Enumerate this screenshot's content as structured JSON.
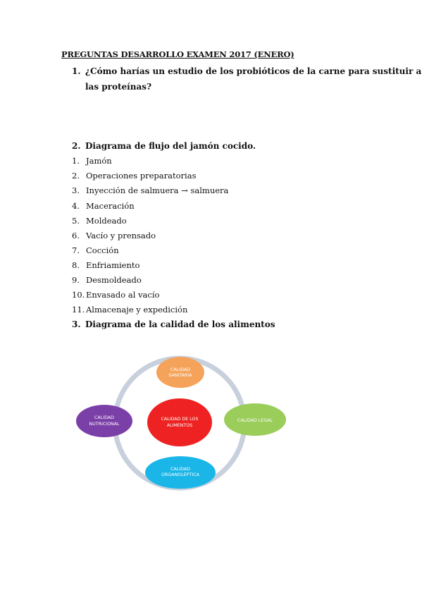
{
  "title": "PREGUNTAS DESARROLLO EXAMEN 2017 (ENERO)",
  "questions": [
    {
      "number": "1.",
      "lines": [
        "¿Cómo harías un estudio de los probióticos de la carne para sustituir a",
        "las proteínas?"
      ]
    },
    {
      "number": "2.",
      "lines": [
        "Diagrama de flujo del jamón cocido."
      ]
    },
    {
      "number": "3.",
      "lines": [
        "Diagrama de la calidad de los alimentos"
      ]
    }
  ],
  "flow_steps": [
    {
      "n": "1.",
      "text": "Jamón"
    },
    {
      "n": "2.",
      "text": "Operaciones preparatorias"
    },
    {
      "n": "3.",
      "text": "Inyección de salmuera → salmuera"
    },
    {
      "n": "4.",
      "text": "Maceración"
    },
    {
      "n": "5.",
      "text": "Moldeado"
    },
    {
      "n": "6.",
      "text": "Vacío y prensado"
    },
    {
      "n": "7.",
      "text": "Cocción"
    },
    {
      "n": "8.",
      "text": "Enfriamiento"
    },
    {
      "n": "9.",
      "text": "Desmoldeado"
    },
    {
      "n": "10.",
      "text": "Envasado al vacío"
    },
    {
      "n": "11.",
      "text": "Almacenaje y expedición"
    }
  ],
  "quality_diagram": {
    "center": {
      "lines": [
        "CALIDAD DE LOS",
        "ALIMENTOS"
      ],
      "color": "#ee2222"
    },
    "nodes": [
      {
        "id": "sanitaria",
        "lines": [
          "CALIDAD",
          "SANITARIA"
        ],
        "color": "#f5a35a"
      },
      {
        "id": "legal",
        "lines": [
          "CALIDAD LEGAL"
        ],
        "color": "#9acd5a"
      },
      {
        "id": "organoleptica",
        "lines": [
          "CALIDAD",
          "ORGANOLÉPTICA"
        ],
        "color": "#1ab6e8"
      },
      {
        "id": "nutricional",
        "lines": [
          "CALIDAD",
          "NUTRICIONAL"
        ],
        "color": "#7b3fa8"
      }
    ],
    "ring_color": "#c7d0dc"
  }
}
